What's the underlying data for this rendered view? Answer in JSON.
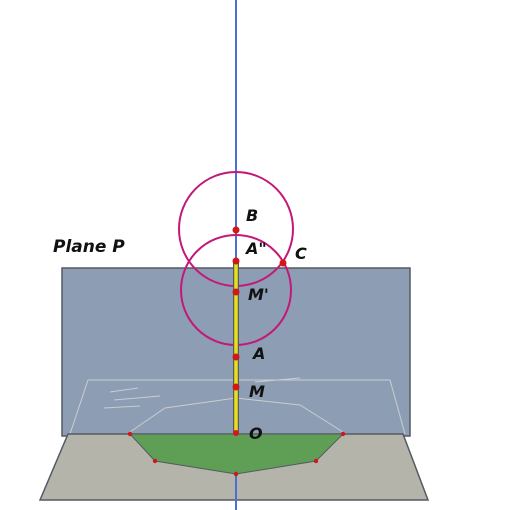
{
  "labels": {
    "plane": "Plane P",
    "B": "B",
    "A_double_prime": "A\"",
    "C": "C",
    "M_prime": "M'",
    "A": "A",
    "M": "M",
    "O": "O"
  },
  "colors": {
    "vertical_plane": "#8c9db4",
    "vertical_plane_edge": "#555a63",
    "ground_plane": "#b4b4aa",
    "polygon_fill": "#5e9e55",
    "axis_line": "#4a6fd8",
    "segment": "#e8e01a",
    "circle": "#c2187a",
    "point": "#d01818",
    "hidden_edge": "#d6d6d6"
  }
}
